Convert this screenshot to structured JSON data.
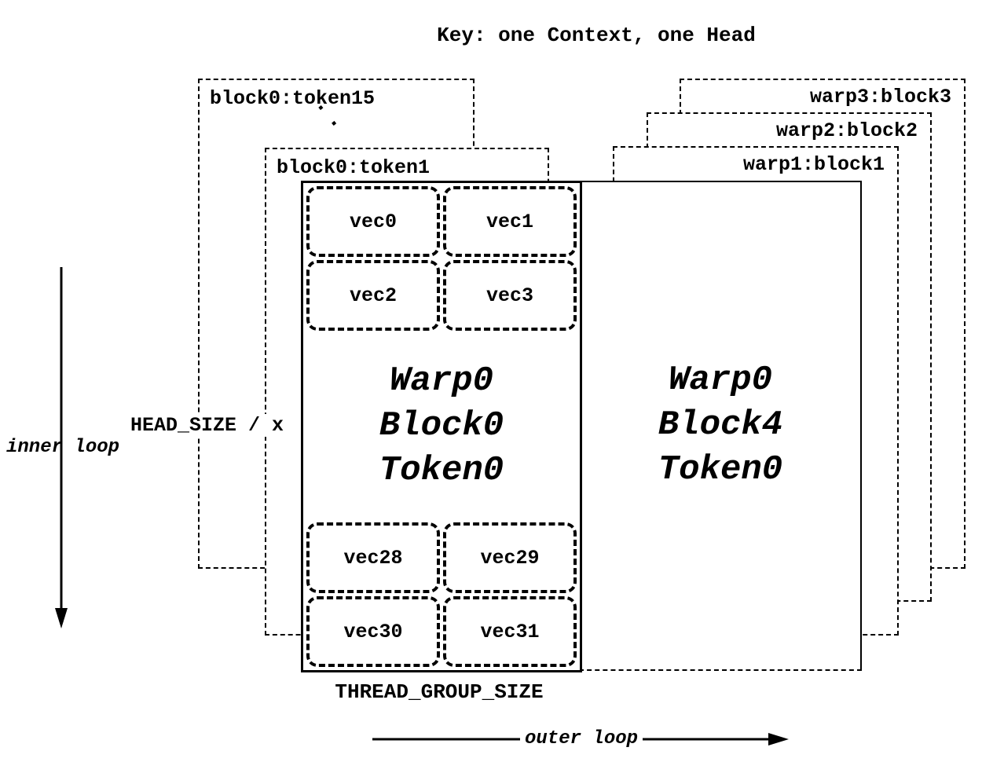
{
  "title": "Key: one Context, one Head",
  "left_stack": {
    "token15_label": "block0:token15",
    "token1_label": "block0:token1",
    "ellipsis": ".."
  },
  "right_stack": {
    "warp3_label": "warp3:block3",
    "warp2_label": "warp2:block2",
    "warp1_label": "warp1:block1"
  },
  "main_block": {
    "top_vecs": [
      "vec0",
      "vec1",
      "vec2",
      "vec3"
    ],
    "center": [
      "Warp0",
      "Block0",
      "Token0"
    ],
    "bottom_vecs": [
      "vec28",
      "vec29",
      "vec30",
      "vec31"
    ]
  },
  "right_block": {
    "center": [
      "Warp0",
      "Block4",
      "Token0"
    ]
  },
  "annotations": {
    "head_size": "HEAD_SIZE / x",
    "inner_loop": "inner loop",
    "thread_group_size": "THREAD_GROUP_SIZE",
    "outer_loop": "outer loop"
  },
  "colors": {
    "ink": "#000000",
    "background": "#ffffff"
  }
}
